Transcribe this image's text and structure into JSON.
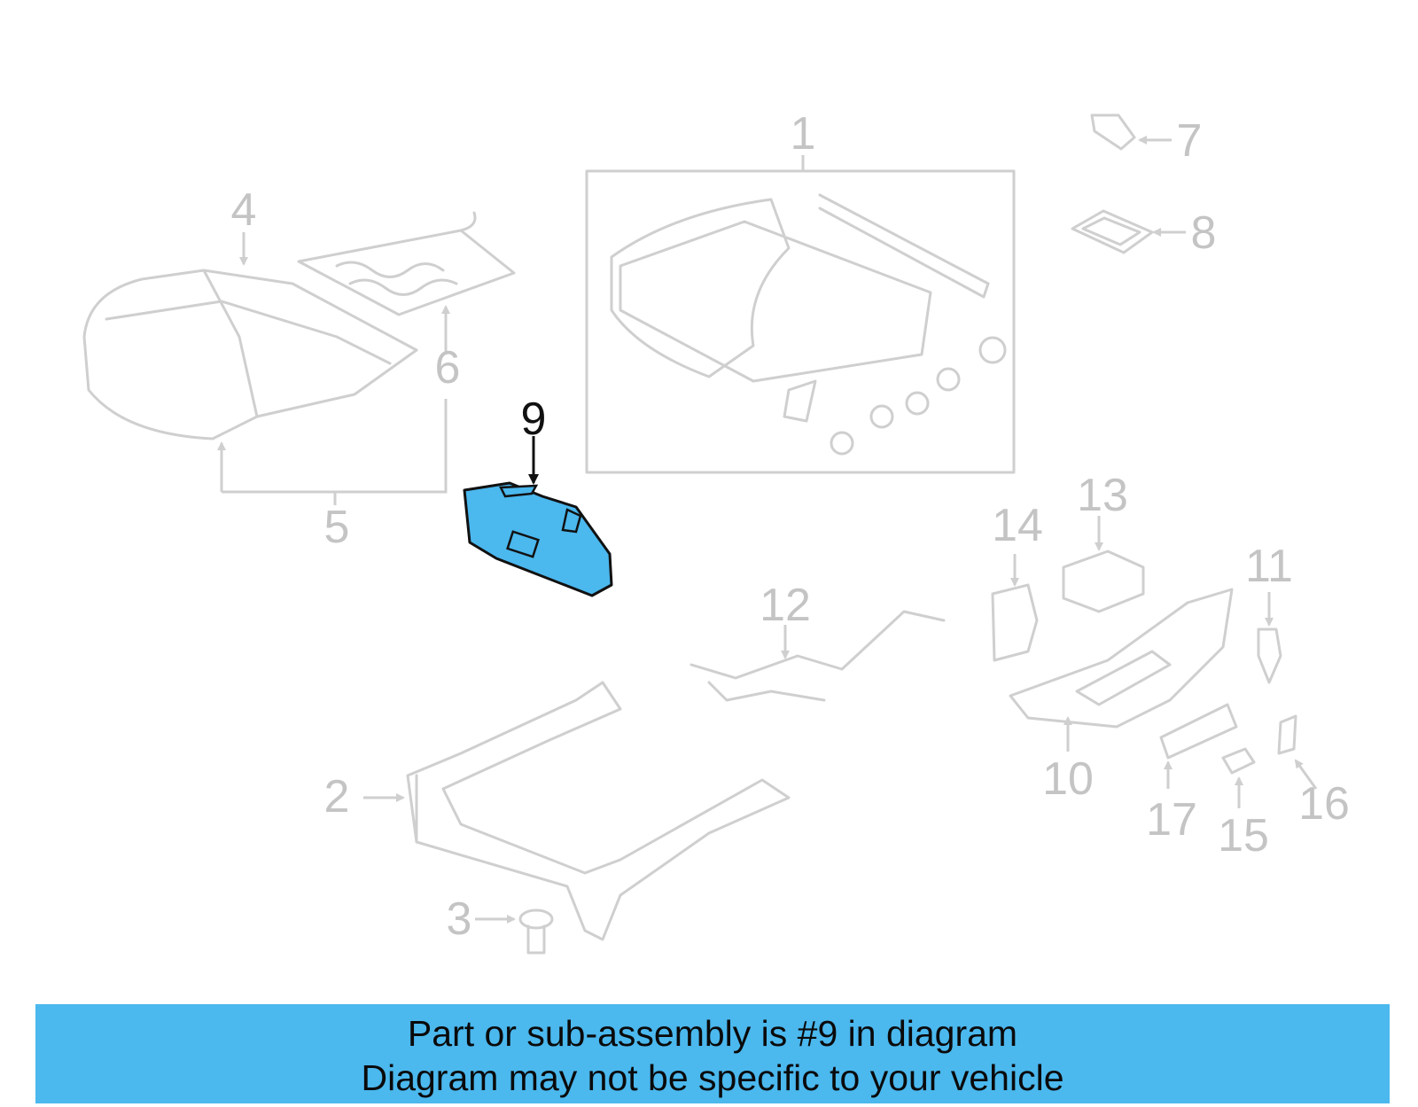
{
  "diagram": {
    "highlighted_callout": "9",
    "callouts": {
      "c1": "1",
      "c2": "2",
      "c3": "3",
      "c4": "4",
      "c5": "5",
      "c6": "6",
      "c7": "7",
      "c8": "8",
      "c9": "9",
      "c10": "10",
      "c11": "11",
      "c12": "12",
      "c13": "13",
      "c14": "14",
      "c15": "15",
      "c16": "16",
      "c17": "17"
    },
    "colors": {
      "highlight_fill": "#4bb8ee",
      "part_line": "#cfcfcf",
      "label_gray": "#c4c4c4",
      "highlight_label": "#111111"
    }
  },
  "banner": {
    "line1": "Part or sub-assembly is #9 in diagram",
    "line2": "Diagram may not be specific to your vehicle",
    "color": "#4bb8ee"
  }
}
